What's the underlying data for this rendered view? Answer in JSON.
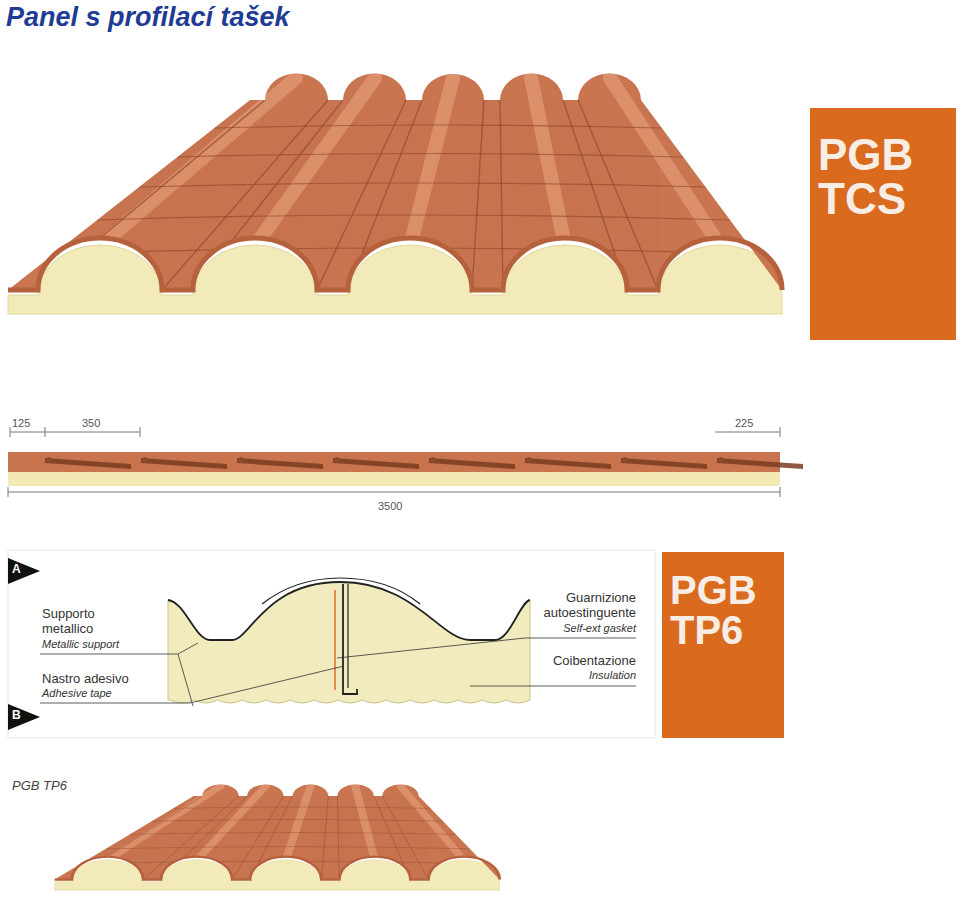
{
  "diagram": {
    "title": "Panel s profilací tašek",
    "nodes": [
      {
        "text": [
          "PGB TCS"
        ]
      },
      {
        "text": [
          "A"
        ]
      },
      {
        "text": [
          "B"
        ]
      },
      {
        "text": [
          "PGB TP6"
        ]
      }
    ],
    "labels": [
      "125",
      "350",
      "225",
      "3500",
      "Supporto metallico",
      "Metallic support",
      "Nastro adesivo",
      "Adhesive tape",
      "Guarnizione autoestinguente",
      "Self-ext gasket",
      "Coibentazione",
      "Insulation",
      "PGB TP6"
    ]
  }
}
